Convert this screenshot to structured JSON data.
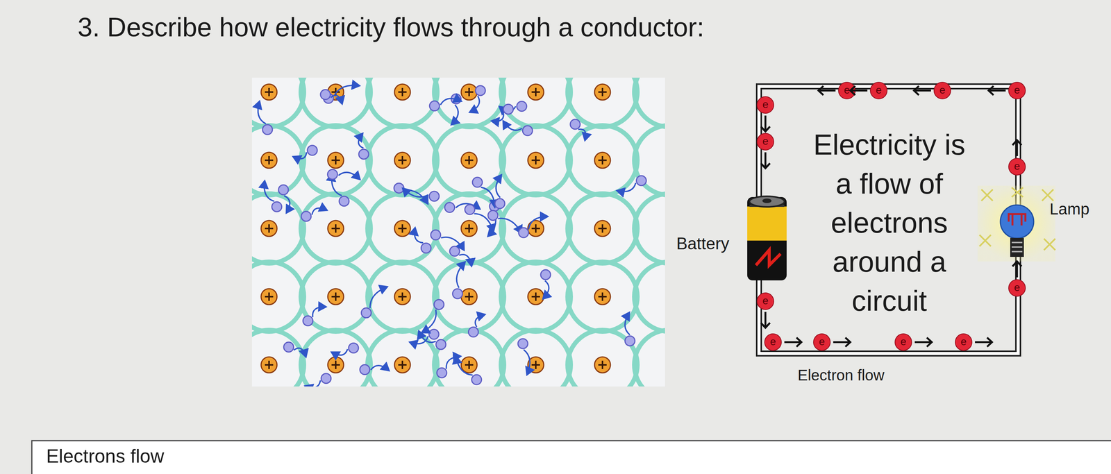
{
  "diagram": {
    "title": "3. Describe how electricity flows through a conductor:",
    "nodes": [
      {
        "text": [
          "Electrons flow"
        ]
      }
    ],
    "labels": [
      "Electricity is a flow of electrons around a circuit",
      "Battery",
      "Lamp",
      "e",
      "e",
      "e",
      "e",
      "e",
      "e",
      "e",
      "e",
      "e",
      "e",
      "e",
      "e",
      "e",
      "Electron flow"
    ]
  }
}
